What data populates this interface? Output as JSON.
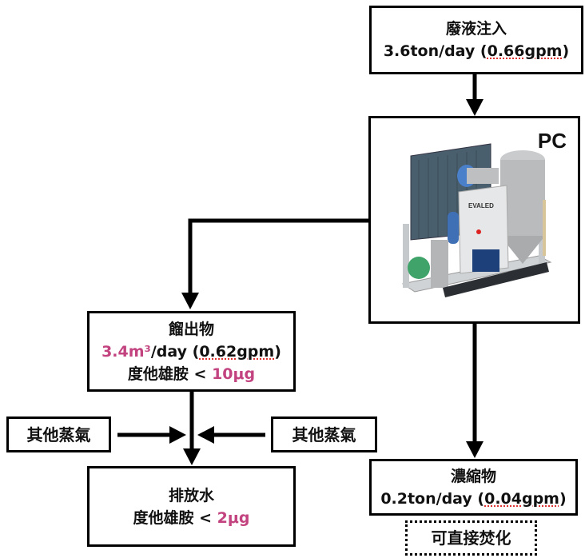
{
  "colors": {
    "highlight": "#c2437f",
    "line": "#000000"
  },
  "input": {
    "title": "廢液注入",
    "rate_main": "3.6ton/day (",
    "rate_gpm": "0.66gpm",
    "rate_close": ")"
  },
  "machine": {
    "label": "PC",
    "brand": "EVALED"
  },
  "distillate": {
    "title": "餾出物",
    "volume_value": "3.4m³",
    "volume_rest": "/day (",
    "gpm": "0.62gpm",
    "close": ")",
    "limit_label": "度他雄胺 < ",
    "limit_value": "10μg"
  },
  "other_steam_left": {
    "label": "其他蒸氣"
  },
  "other_steam_right": {
    "label": "其他蒸氣"
  },
  "discharge": {
    "title": "排放水",
    "limit_label": "度他雄胺 < ",
    "limit_value": "2μg"
  },
  "concentrate": {
    "title": "濃縮物",
    "rate_main": "0.2ton/day (",
    "rate_gpm": "0.04gpm",
    "rate_close": ")"
  },
  "incinerate": {
    "label": "可直接焚化"
  }
}
